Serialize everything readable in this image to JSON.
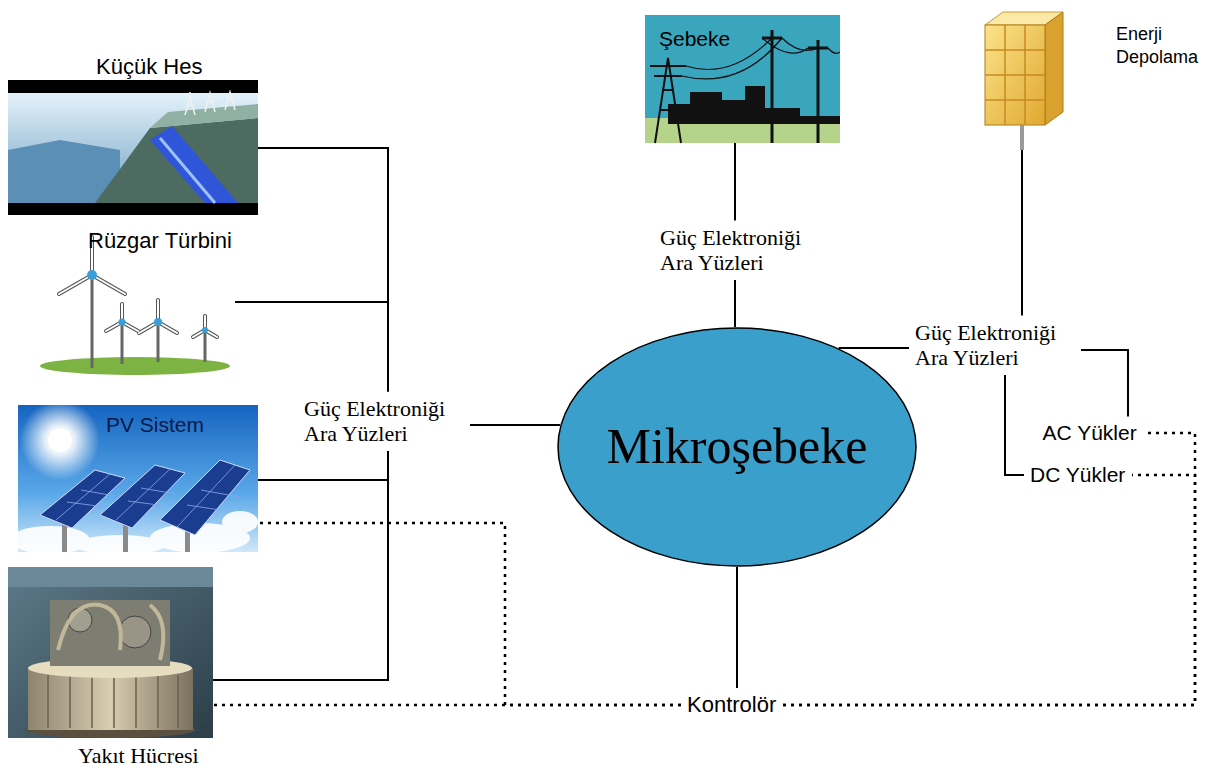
{
  "diagram": {
    "nodes": [
      {
        "text": [
          "Küçük Hes"
        ]
      },
      {
        "text": [
          "Şebeke"
        ]
      },
      {
        "text": [
          "Enerji Depolama"
        ]
      },
      {
        "text": [
          "Rüzgar Türbini"
        ]
      },
      {
        "text": [
          "Güç Elektroniği Ara Yüzleri"
        ]
      },
      {
        "text": [
          "Güç Elektroniği Ara Yüzleri"
        ]
      },
      {
        "text": [
          "Güç Elektroniği Ara Yüzleri"
        ]
      },
      {
        "text": [
          "PV Sistem"
        ]
      },
      {
        "text": [
          "Mikroşebeke"
        ]
      },
      {
        "text": [
          "AC Yükler"
        ]
      },
      {
        "text": [
          "DC Yükler"
        ]
      },
      {
        "text": [
          "Yakıt Hücresi"
        ]
      },
      {
        "text": [
          "Kontrolör"
        ]
      }
    ],
    "edges": [
      {
        "from": 0,
        "to": 6,
        "arrow": "none"
      },
      {
        "from": 3,
        "to": 6,
        "arrow": "none"
      },
      {
        "from": 7,
        "to": 6,
        "arrow": "none"
      },
      {
        "from": 11,
        "to": 6,
        "arrow": "none"
      },
      {
        "from": 6,
        "to": 8,
        "arrow": "none"
      },
      {
        "from": 1,
        "to": 4,
        "arrow": "none"
      },
      {
        "from": 4,
        "to": 8,
        "arrow": "none"
      },
      {
        "from": 2,
        "to": 5,
        "arrow": "none"
      },
      {
        "from": 8,
        "to": 5,
        "arrow": "none"
      },
      {
        "from": 5,
        "to": 9,
        "arrow": "none"
      },
      {
        "from": 5,
        "to": 10,
        "arrow": "none"
      },
      {
        "from": 8,
        "to": 12,
        "arrow": "none"
      },
      {
        "from": 12,
        "to": 7,
        "arrow": "none"
      },
      {
        "from": 12,
        "to": 11,
        "arrow": "none"
      },
      {
        "from": 12,
        "to": 9,
        "arrow": "none"
      },
      {
        "from": 12,
        "to": 10,
        "arrow": "none"
      }
    ]
  }
}
